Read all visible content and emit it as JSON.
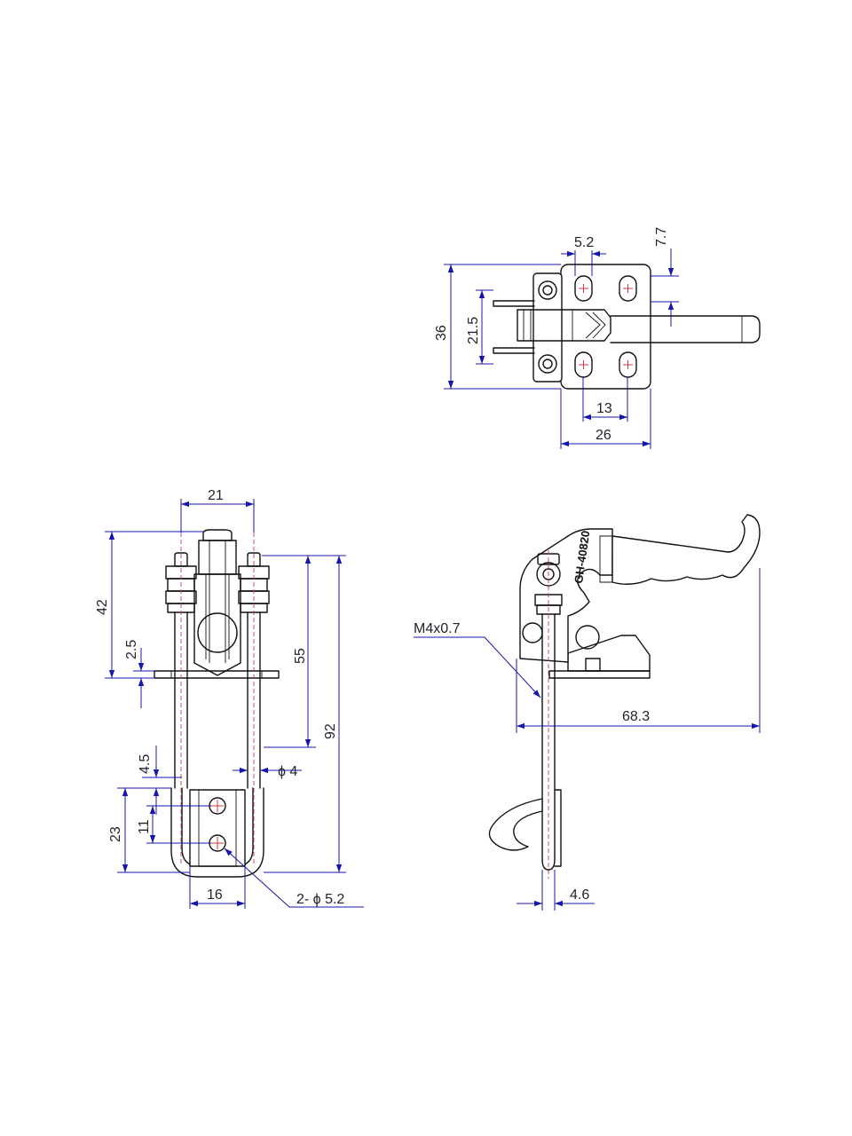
{
  "colors": {
    "part_line": "#111111",
    "dimension_line": "#1515b0",
    "center_line": "#d23a3a",
    "background": "#ffffff"
  },
  "model_number": "GH-40820",
  "top_view": {
    "dims": {
      "hole_width": "5.2",
      "edge_offset": "7.7",
      "height": "36",
      "rod_spacing": "21.5",
      "hole_pitch": "13",
      "base_width": "26"
    }
  },
  "front_view": {
    "dims": {
      "width_top": "21",
      "height_upper": "42",
      "plate_thickness": "2.5",
      "height_mid": "55",
      "height_total": "92",
      "rod_offset": "4.5",
      "rod_diameter": "ϕ 4",
      "hole_pitch": "11",
      "bracket_height": "23",
      "bracket_width": "16",
      "holes": "2- ϕ 5.2"
    }
  },
  "side_view": {
    "dims": {
      "thread": "M4x0.7",
      "length": "68.3",
      "thickness": "4.6"
    }
  }
}
